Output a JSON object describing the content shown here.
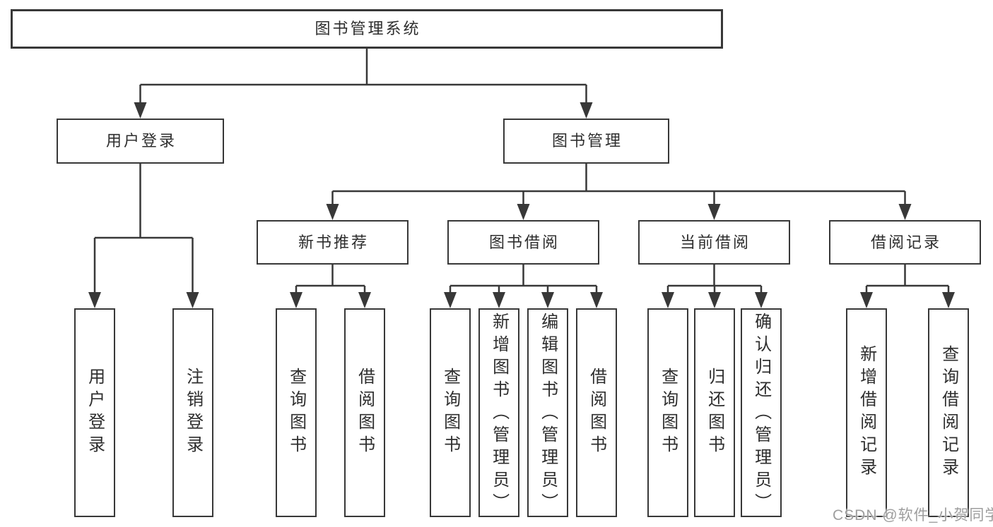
{
  "page_title": "图书管理系统",
  "tree": {
    "label": "图书管理系统",
    "children": [
      {
        "label": "用户登录",
        "children": [
          {
            "label": "用户登录"
          },
          {
            "label": "注销登录"
          }
        ]
      },
      {
        "label": "图书管理",
        "children": [
          {
            "label": "新书推荐",
            "children": [
              {
                "label": "查询图书"
              },
              {
                "label": "借阅图书"
              }
            ]
          },
          {
            "label": "图书借阅",
            "children": [
              {
                "label": "查询图书"
              },
              {
                "label": "新增图书（管理员）"
              },
              {
                "label": "编辑图书（管理员）"
              },
              {
                "label": "借阅图书"
              }
            ]
          },
          {
            "label": "当前借阅",
            "children": [
              {
                "label": "查询图书"
              },
              {
                "label": "归还图书"
              },
              {
                "label": "确认归还（管理员）"
              }
            ]
          },
          {
            "label": "借阅记录",
            "children": [
              {
                "label": "新增借阅记录"
              },
              {
                "label": "查询借阅记录"
              }
            ]
          }
        ]
      }
    ]
  },
  "watermark": {
    "text": "CSDN @软件_小贺同学"
  },
  "colors": {
    "line": "#383838",
    "box_border": "#383838",
    "box_fill": "#ffffff",
    "text": "#2e2e2e",
    "watermark": "#9e9e9e",
    "background": "#ffffff"
  }
}
